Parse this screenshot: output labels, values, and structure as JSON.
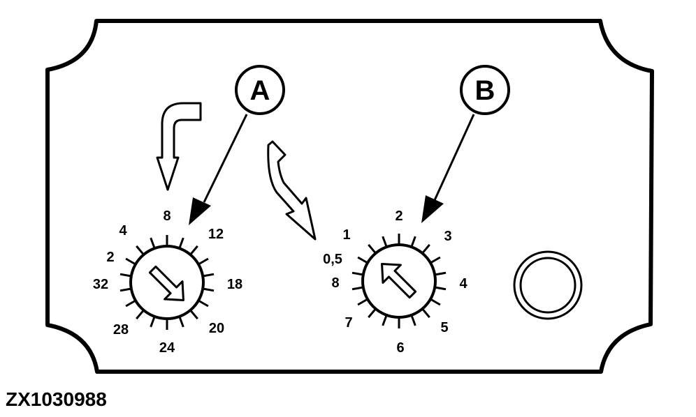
{
  "figure_id": "ZX1030988",
  "callouts": {
    "a": "A",
    "b": "B"
  },
  "dial_a": {
    "ticks": [
      "8",
      "12",
      "18",
      "20",
      "24",
      "28",
      "32",
      "2",
      "4"
    ]
  },
  "dial_b": {
    "ticks": [
      "2",
      "3",
      "4",
      "5",
      "6",
      "7",
      "8",
      "0,5",
      "1"
    ]
  },
  "colors": {
    "ink": "#000000",
    "paper": "#ffffff"
  }
}
